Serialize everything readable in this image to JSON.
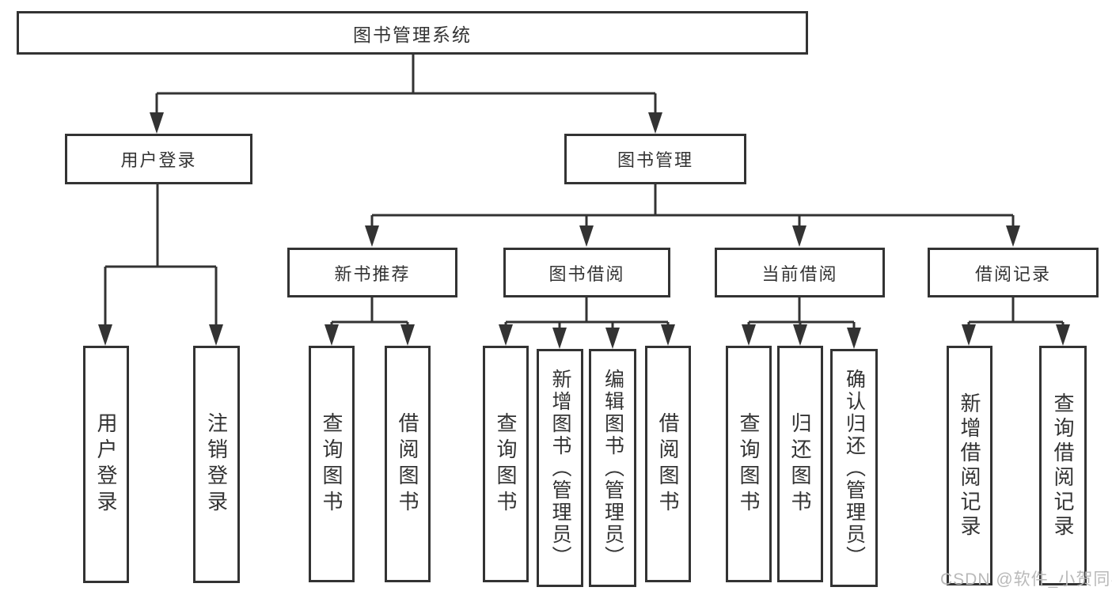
{
  "colors": {
    "line": "#333333",
    "box_border": "#333333",
    "text": "#333333",
    "watermark_text": "#b9b9b9",
    "background": "#ffffff"
  },
  "tree": {
    "root": "图书管理系统",
    "nodes": [
      {
        "label": "用户登录",
        "children": [
          "用户登录",
          "注销登录"
        ]
      },
      {
        "label": "图书管理",
        "groups": [
          {
            "label": "新书推荐",
            "children": [
              "查询图书",
              "借阅图书"
            ]
          },
          {
            "label": "图书借阅",
            "children": [
              "查询图书",
              "新增图书（管理员）",
              "编辑图书（管理员）",
              "借阅图书"
            ]
          },
          {
            "label": "当前借阅",
            "children": [
              "查询图书",
              "归还图书",
              "确认归还（管理员）"
            ]
          },
          {
            "label": "借阅记录",
            "children": [
              "新增借阅记录",
              "查询借阅记录"
            ]
          }
        ]
      }
    ]
  },
  "watermark": {
    "text": "CSDN @软件_小贺同学"
  }
}
